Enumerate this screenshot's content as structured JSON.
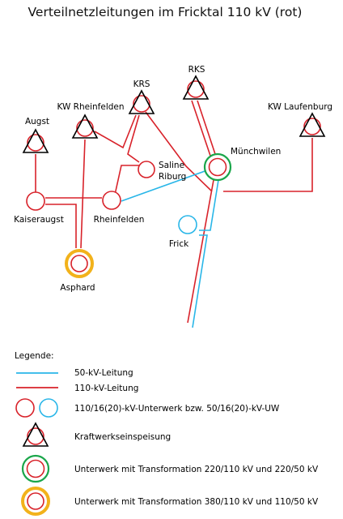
{
  "title": "Verteilnetzleitungen im Fricktal 110 kV (rot)",
  "colors": {
    "line_110kv": "#d8222a",
    "line_50kv": "#29b6e8",
    "ring_220": "#1aa64a",
    "ring_380": "#f2b21b",
    "kw_black": "#000000"
  },
  "stations": {
    "augst": "Augst",
    "kw_rheinfelden": "KW Rheinfelden",
    "krs": "KRS",
    "rks": "RKS",
    "kw_laufenburg": "KW Laufenburg",
    "saline_riburg_line1": "Saline",
    "saline_riburg_line2": "Riburg",
    "muenchwilen": "Münchwilen",
    "kaiseraugst": "Kaiseraugst",
    "rheinfelden": "Rheinfelden",
    "frick": "Frick",
    "asphard": "Asphard"
  },
  "legend": {
    "heading": "Legende:",
    "items": [
      {
        "symbol": "line-50kv",
        "label": "50-kV-Leitung"
      },
      {
        "symbol": "line-110kv",
        "label": "110-kV-Leitung"
      },
      {
        "symbol": "substation-pair",
        "label": "110/16(20)-kV-Unterwerk bzw. 50/16(20)-kV-UW"
      },
      {
        "symbol": "power-plant-feed",
        "label": "Kraftwerkseinspeisung"
      },
      {
        "symbol": "substation-220",
        "label": "Unterwerk mit Transformation 220/110 kV und 220/50 kV"
      },
      {
        "symbol": "substation-380",
        "label": "Unterwerk mit Transformation 380/110 kV und 110/50 kV"
      }
    ]
  }
}
